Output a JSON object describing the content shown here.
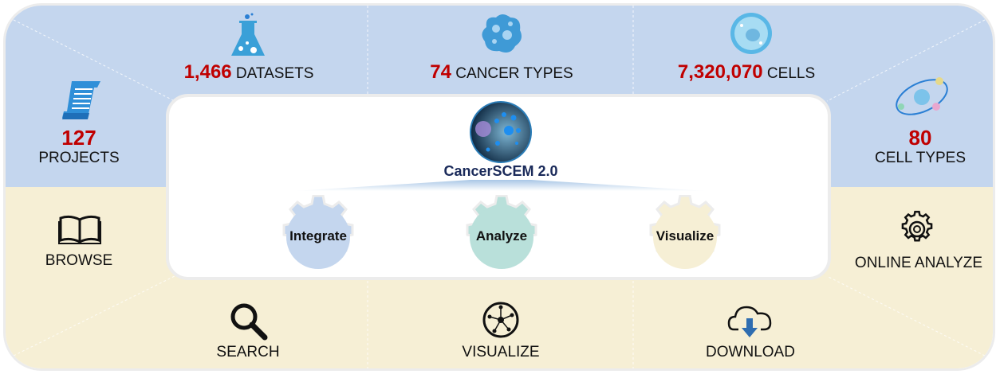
{
  "stats": {
    "projects": {
      "value": "127",
      "label": "PROJECTS"
    },
    "datasets": {
      "value": "1,466",
      "label": "DATASETS"
    },
    "cancer_types": {
      "value": "74",
      "label": "CANCER TYPES"
    },
    "cells": {
      "value": "7,320,070",
      "label": "CELLS"
    },
    "cell_types": {
      "value": "80",
      "label": "CELL TYPES"
    }
  },
  "center": {
    "title": "CancerSCEM 2.0",
    "steps": [
      "Integrate",
      "Analyze",
      "Visualize"
    ]
  },
  "features": {
    "browse": "BROWSE",
    "online_analyze": "ONLINE ANALYZE",
    "search": "SEARCH",
    "visualize": "VISUALIZE",
    "download": "DOWNLOAD"
  },
  "colors": {
    "accent": "#c00000",
    "top_bg": "#c4d6ee",
    "bottom_bg": "#f6efd5",
    "gear_integrate": "#c4d6ee",
    "gear_analyze": "#b9e0da",
    "gear_visualize": "#f6efd5"
  }
}
